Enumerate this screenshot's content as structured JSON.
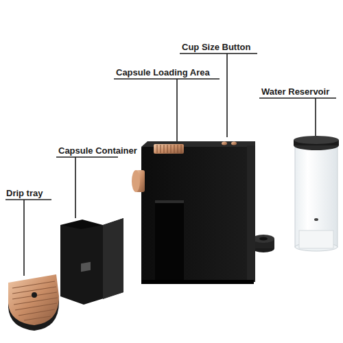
{
  "diagram": {
    "labels": [
      "Cup Size Button",
      "Capsule Loading Area",
      "Water Reservoir",
      "Capsule Container",
      "Drip tray"
    ]
  }
}
